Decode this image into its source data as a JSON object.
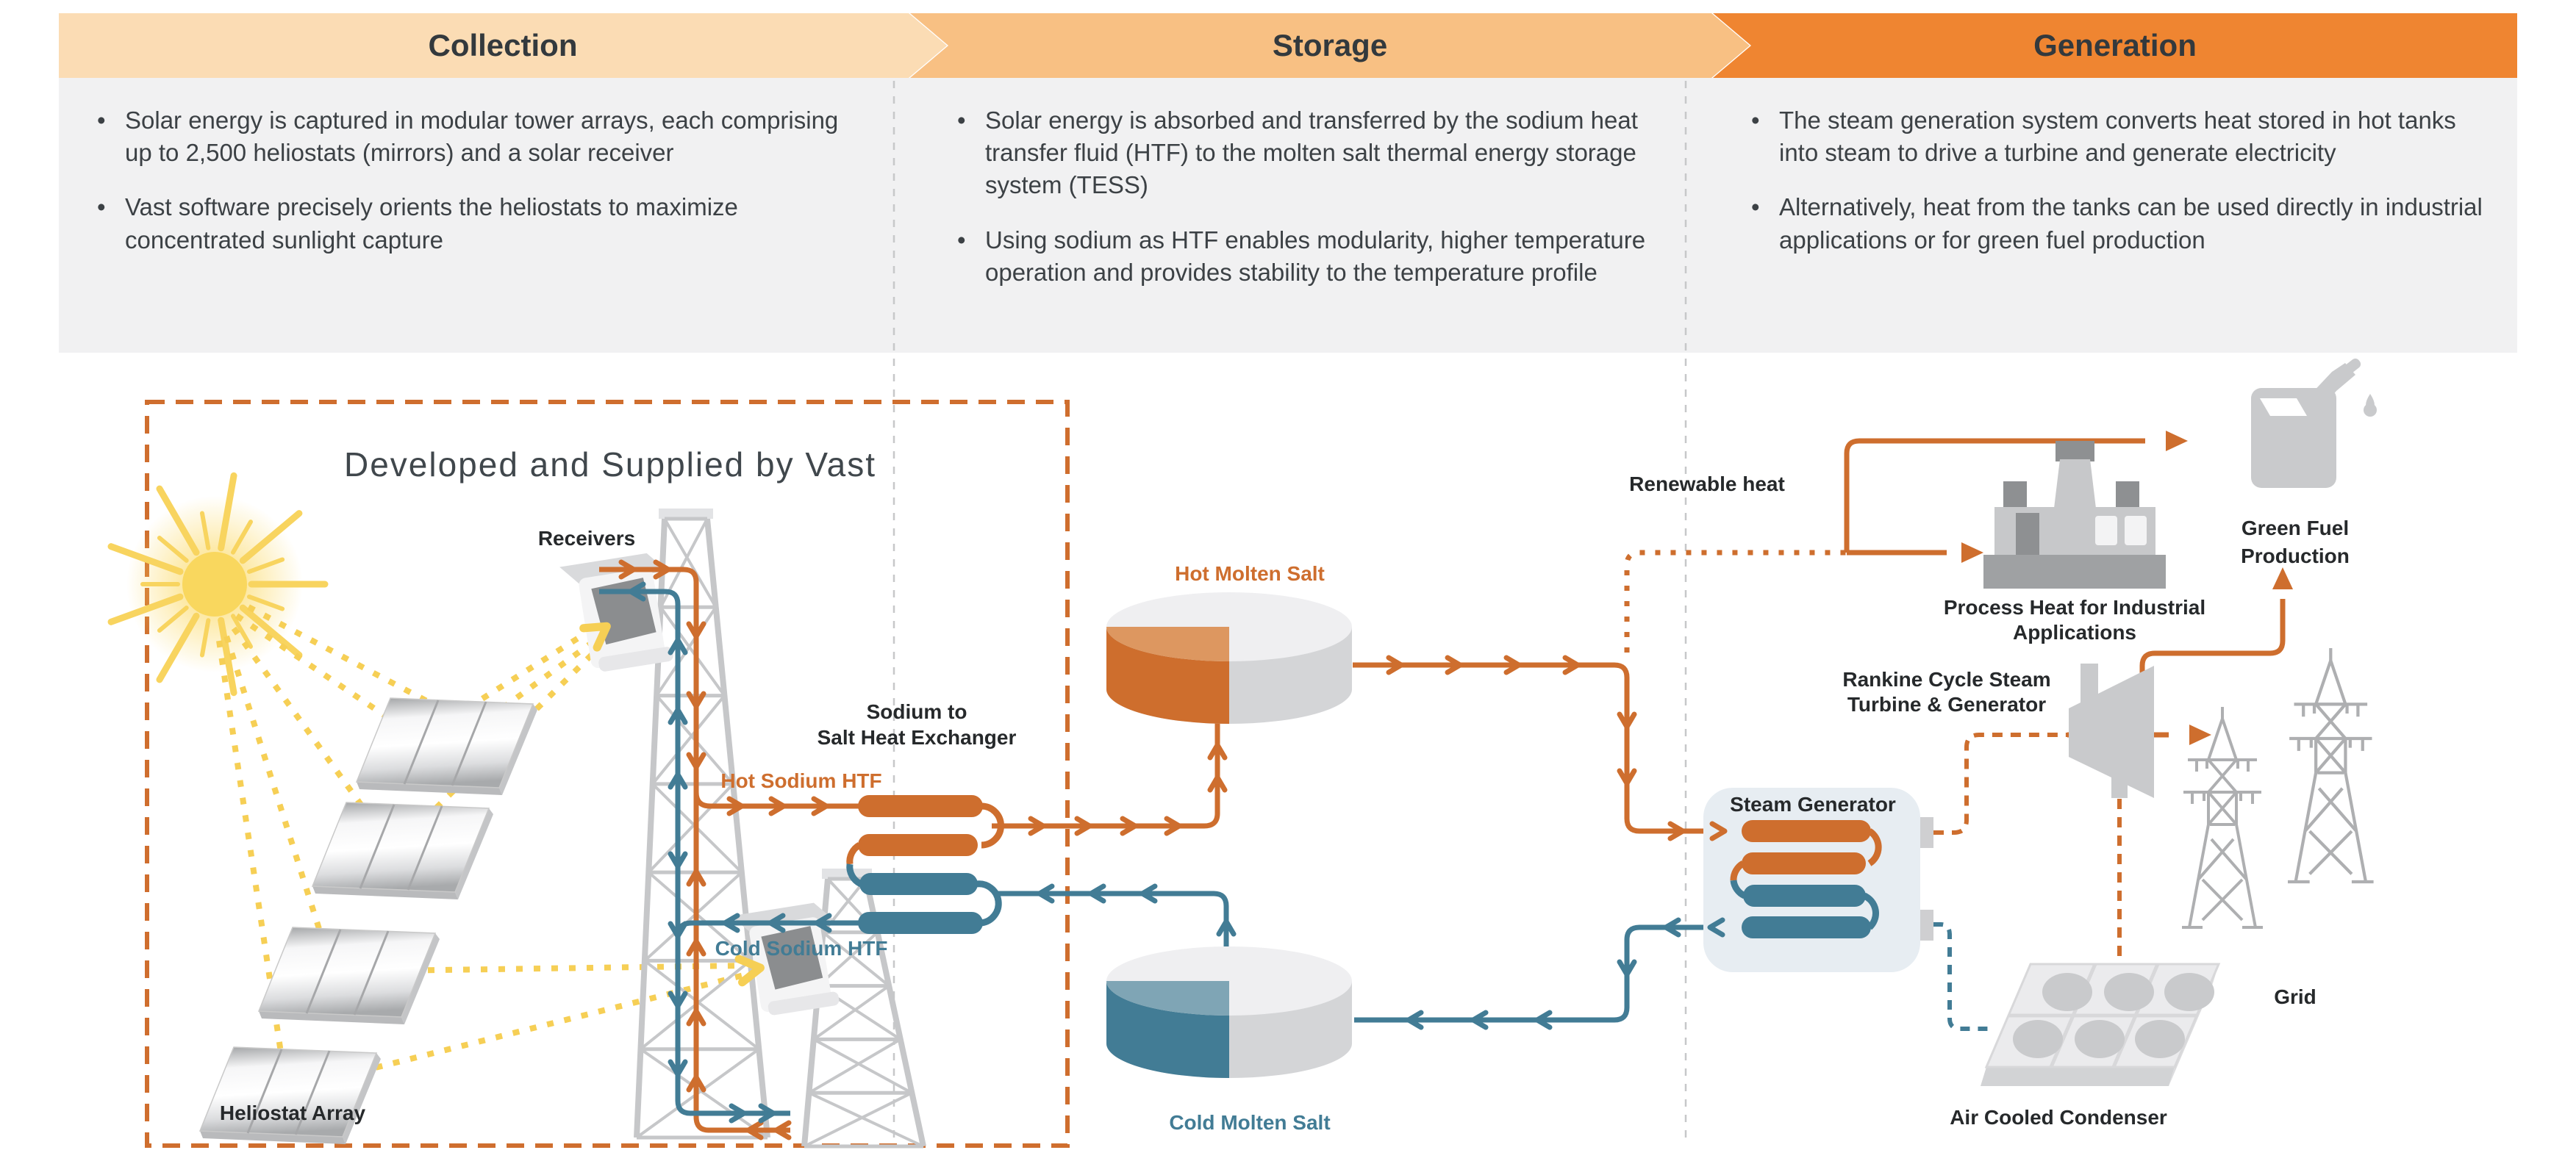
{
  "header": {
    "stages": [
      {
        "label": "Collection",
        "bullets": [
          "Solar energy is captured in modular tower arrays, each comprising up to 2,500 heliostats (mirrors) and a solar receiver",
          "Vast software precisely orients the heliostats to maximize concentrated sunlight capture"
        ]
      },
      {
        "label": "Storage",
        "bullets": [
          "Solar energy is absorbed and transferred by the sodium heat transfer fluid (HTF) to the molten salt thermal energy storage system (TESS)",
          "Using sodium as HTF enables modularity, higher temperature operation and provides stability to the temperature profile"
        ]
      },
      {
        "label": "Generation",
        "bullets": [
          "The steam generation system converts heat stored in hot tanks into steam to drive a turbine and generate electricity",
          "Alternatively, heat from the tanks can be used directly in industrial applications or for green fuel production"
        ]
      }
    ]
  },
  "diagram": {
    "vast_box_title": "Developed and Supplied by Vast",
    "labels": {
      "receivers": "Receivers",
      "heliostat_array": "Heliostat Array",
      "hx_line1": "Sodium to",
      "hx_line2": "Salt Heat Exchanger",
      "hot_sodium": "Hot Sodium HTF",
      "cold_sodium": "Cold Sodium HTF",
      "hot_molten_salt": "Hot Molten Salt",
      "cold_molten_salt": "Cold Molten Salt",
      "steam_generator": "Steam Generator",
      "renewable_heat": "Renewable heat",
      "process_heat_line1": "Process Heat for Industrial",
      "process_heat_line2": "Applications",
      "rankine_line1": "Rankine Cycle Steam",
      "rankine_line2": "Turbine & Generator",
      "green_fuel_line1": "Green Fuel",
      "green_fuel_line2": "Production",
      "grid": "Grid",
      "air_cooled_condenser": "Air Cooled Condenser"
    },
    "icons": [
      "sun-icon",
      "heliostat-icon",
      "receiver-tower-icon",
      "heat-exchanger-coil-icon",
      "hot-tank-icon",
      "cold-tank-icon",
      "steam-generator-icon",
      "factory-icon",
      "turbine-icon",
      "jerrycan-icon",
      "pylon-icon",
      "condenser-icon"
    ]
  },
  "colors": {
    "accent_orange": "#CE6E2E",
    "accent_blue": "#427C95",
    "band_collection": "#FBDCB4",
    "band_storage": "#F8C083",
    "band_generation": "#EF8531",
    "sun_yellow": "#F8D45F",
    "panel_grey": "#F1F1F2"
  }
}
